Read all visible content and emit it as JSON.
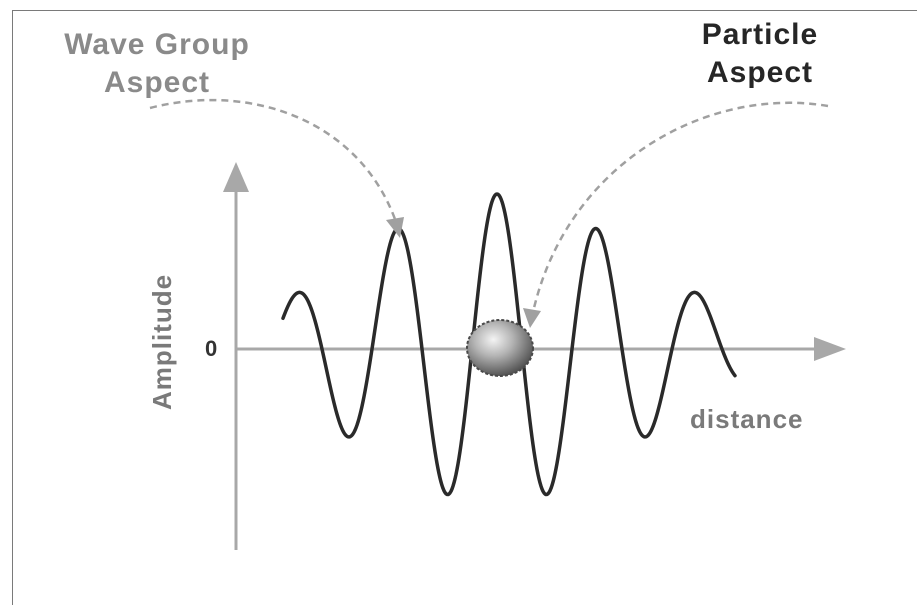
{
  "labels": {
    "wave_group_line1": "Wave Group",
    "wave_group_line2": "Aspect",
    "particle_line1": "Particle",
    "particle_line2": "Aspect",
    "distance": "distance",
    "amplitude": "Amplitude",
    "zero": "0"
  },
  "colors": {
    "wave": "#2a2a2a",
    "axis": "#a8a8a8",
    "pointer_arrow": "#a0a0a0",
    "wave_group_label": "#8a8a8a",
    "particle_label": "#262626",
    "axis_label": "#7a7a7a",
    "particle": "#8c8c8c",
    "frame_border": "#7a7a7a"
  }
}
